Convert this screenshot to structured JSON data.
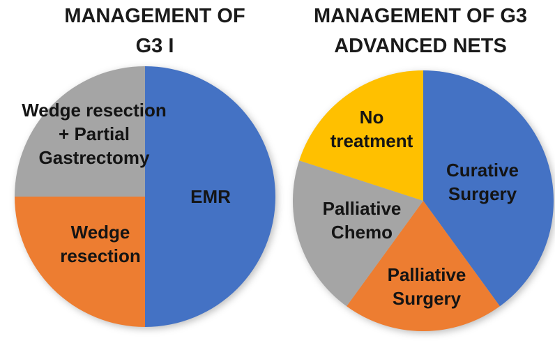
{
  "canvas": {
    "background": "#ffffff"
  },
  "chart_data": [
    {
      "type": "pie",
      "title": "MANAGEMENT OF\nG3 I",
      "values_unit": "percent",
      "start_angle_deg": 0,
      "direction": "clockwise",
      "legend": "none",
      "slices": [
        {
          "id": "emr",
          "label": "EMR",
          "value": 50,
          "color": "#4472C4",
          "label_offset": [
            94,
            0
          ]
        },
        {
          "id": "wedge-resection",
          "label": "Wedge\nresection",
          "value": 25,
          "color": "#ED7D31",
          "label_offset": [
            -64,
            68
          ]
        },
        {
          "id": "wedge-resection-partial-gastrectomy",
          "label": "Wedge resection\n+ Partial\nGastrectomy",
          "value": 25,
          "color": "#A5A5A5",
          "label_offset": [
            -73,
            -90
          ]
        }
      ]
    },
    {
      "type": "pie",
      "title": "MANAGEMENT OF G3\nADVANCED NETS",
      "values_unit": "percent",
      "start_angle_deg": 0,
      "direction": "clockwise",
      "legend": "none",
      "slices": [
        {
          "id": "curative-surgery",
          "label": "Curative\nSurgery",
          "value": 40,
          "color": "#4472C4",
          "label_offset": [
            85,
            -27
          ]
        },
        {
          "id": "palliative-surgery",
          "label": "Palliative\nSurgery",
          "value": 20,
          "color": "#ED7D31",
          "label_offset": [
            5,
            123
          ]
        },
        {
          "id": "palliative-chemo",
          "label": "Palliative\nChemo",
          "value": 20,
          "color": "#A5A5A5",
          "label_offset": [
            -88,
            28
          ]
        },
        {
          "id": "no-treatment",
          "label": "No\ntreatment",
          "value": 20,
          "color": "#FFC000",
          "label_offset": [
            -74,
            -103
          ]
        }
      ]
    }
  ]
}
